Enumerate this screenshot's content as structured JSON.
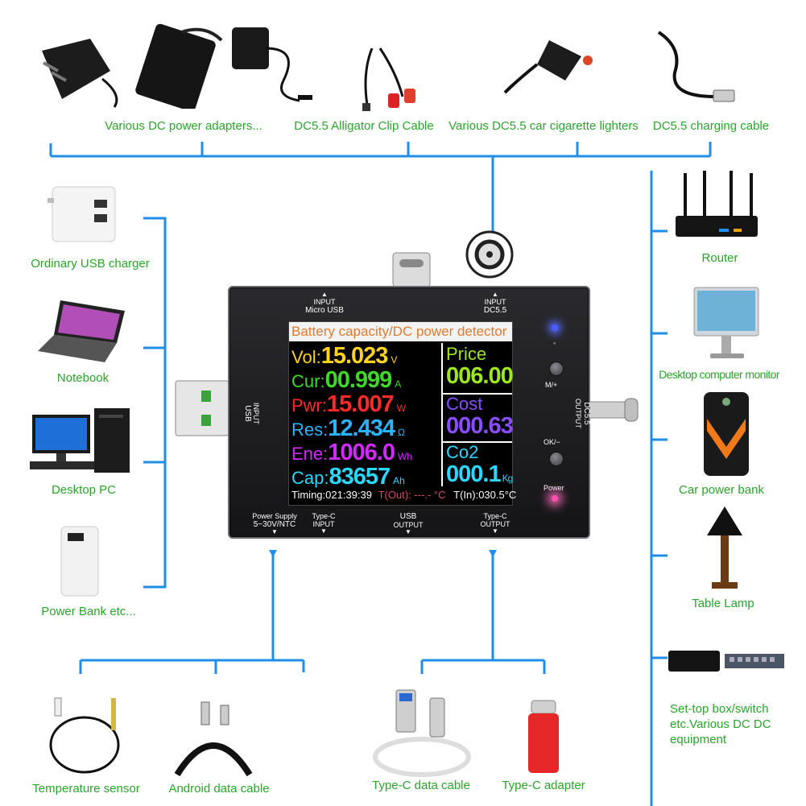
{
  "device": {
    "screen_title": "Battery capacity/DC power detector",
    "ports": {
      "micro_usb": {
        "top": "INPUT",
        "name": "Micro USB"
      },
      "dc55_in": {
        "top": "INPUT",
        "name": "DC5.5"
      },
      "usb_in": {
        "top": "INPUT",
        "name": "USB"
      },
      "dc55_out": {
        "name": "DC5.5",
        "sub": "OUTPUT"
      },
      "power_supply": {
        "name": "Power Supply",
        "sub": "5~30V/NTC"
      },
      "typec_in": {
        "name": "Type-C",
        "sub": "INPUT"
      },
      "usb_out": {
        "name": "USB",
        "sub": "OUTPUT"
      },
      "typec_out": {
        "name": "Type-C",
        "sub": "OUTPUT"
      }
    },
    "buttons": {
      "mplus": "M/+",
      "ok": "OK/−",
      "power": "Power"
    },
    "readings": [
      {
        "key": "Vol:",
        "value": "15.023",
        "unit": "V",
        "color": "#ffd21f"
      },
      {
        "key": "Cur:",
        "value": "00.999",
        "unit": "A",
        "color": "#3fd82a"
      },
      {
        "key": "Pwr:",
        "value": "15.007",
        "unit": "W",
        "color": "#ff2a2a"
      },
      {
        "key": "Res:",
        "value": "12.434",
        "unit": "Ω",
        "color": "#2ab4ff"
      },
      {
        "key": "Ene:",
        "value": "1006.0",
        "unit": "Wh",
        "color": "#d02aff"
      },
      {
        "key": "Cap:",
        "value": "83657",
        "unit": "Ah",
        "color": "#2ad8ff"
      }
    ],
    "right": {
      "price": {
        "label": "Price",
        "value": "006.00",
        "color": "#9ee61f"
      },
      "cost": {
        "label": "Cost",
        "value": "000.63",
        "color": "#8a4dff"
      },
      "co2": {
        "label": "Co2",
        "value": "000.1",
        "unit": "Kg",
        "color": "#2ad8ff"
      }
    },
    "status": {
      "timing": "Timing:021:39:39",
      "tout": "T(Out): ---.- °C",
      "tin": "T(In):030.5°C"
    }
  },
  "labels": {
    "top": [
      "Various DC power adapters...",
      "DC5.5 Alligator Clip Cable",
      "Various DC5.5 car cigarette lighters",
      "DC5.5 charging cable"
    ],
    "left": [
      "Ordinary USB charger",
      "Notebook",
      "Desktop PC",
      "Power Bank etc..."
    ],
    "right": [
      "Router",
      "Desktop computer monitor",
      "Car power bank",
      "Table Lamp",
      "Set-top box/switch",
      "etc.Various DC DC",
      "equipment"
    ],
    "bottom": [
      "Temperature sensor",
      "Android data cable",
      "Type-C data cable",
      "Type-C adapter"
    ]
  },
  "colors": {
    "line": "#1f8ee8",
    "label": "#2aa52a",
    "screen_bg": "#000000"
  },
  "icons": {
    "top": [
      "ac-adapter-icon",
      "laptop-adapter-icon",
      "wall-adapter-icon",
      "alligator-clip-icon",
      "car-charger-icon",
      "charging-cable-icon"
    ],
    "left": [
      "usb-charger-icon",
      "laptop-icon",
      "desktop-pc-icon",
      "power-bank-icon"
    ],
    "right": [
      "router-icon",
      "monitor-icon",
      "car-power-bank-icon",
      "table-lamp-icon",
      "set-top-box-icon"
    ],
    "bottom": [
      "temperature-sensor-icon",
      "android-cable-icon",
      "type-c-cable-icon",
      "type-c-adapter-icon"
    ]
  }
}
